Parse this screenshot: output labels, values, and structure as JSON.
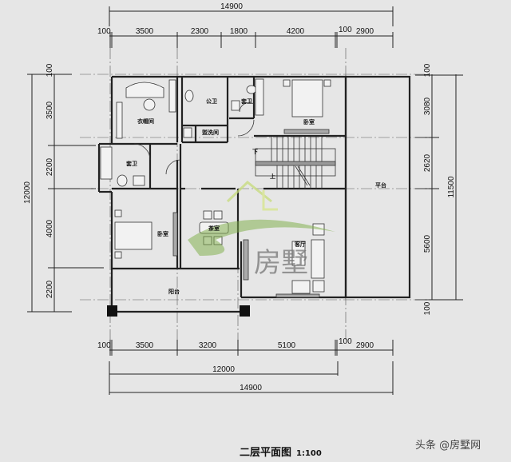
{
  "drawing": {
    "title": "二层平面图",
    "scale": "1:100",
    "source_watermark": "头条 @房墅网",
    "logo_watermark": "房墅"
  },
  "dimensions": {
    "top_total": "14900",
    "top_segments": [
      "100",
      "3500",
      "2300",
      "1800",
      "4200",
      "100",
      "2900"
    ],
    "bottom_segments": [
      "100",
      "3500",
      "3200",
      "5100",
      "100",
      "2900"
    ],
    "bottom_subtotal": "12000",
    "bottom_total": "14900",
    "left_total": "12000",
    "left_segments": [
      "100",
      "3500",
      "2200",
      "4000",
      "2200"
    ],
    "right_total": "11500",
    "right_segments": [
      "100",
      "3080",
      "2620",
      "5600",
      "100"
    ]
  },
  "rooms": {
    "walkin_closet": "衣帽间",
    "public_bath": "公卫",
    "ensuite_bath_top": "套卫",
    "bedroom_top": "卧室",
    "washroom": "盥洗间",
    "ensuite_bath_left": "套卫",
    "bedroom_left": "卧室",
    "tea_room": "茶室",
    "living_room": "客厅",
    "balcony": "阳台",
    "terrace": "平台",
    "stair_down": "下",
    "stair_up": "上"
  },
  "colors": {
    "line": "#222222",
    "background": "#e6e6e6",
    "logo_green": "#7fae4a",
    "logo_yellowgreen": "#c6dc7a"
  }
}
